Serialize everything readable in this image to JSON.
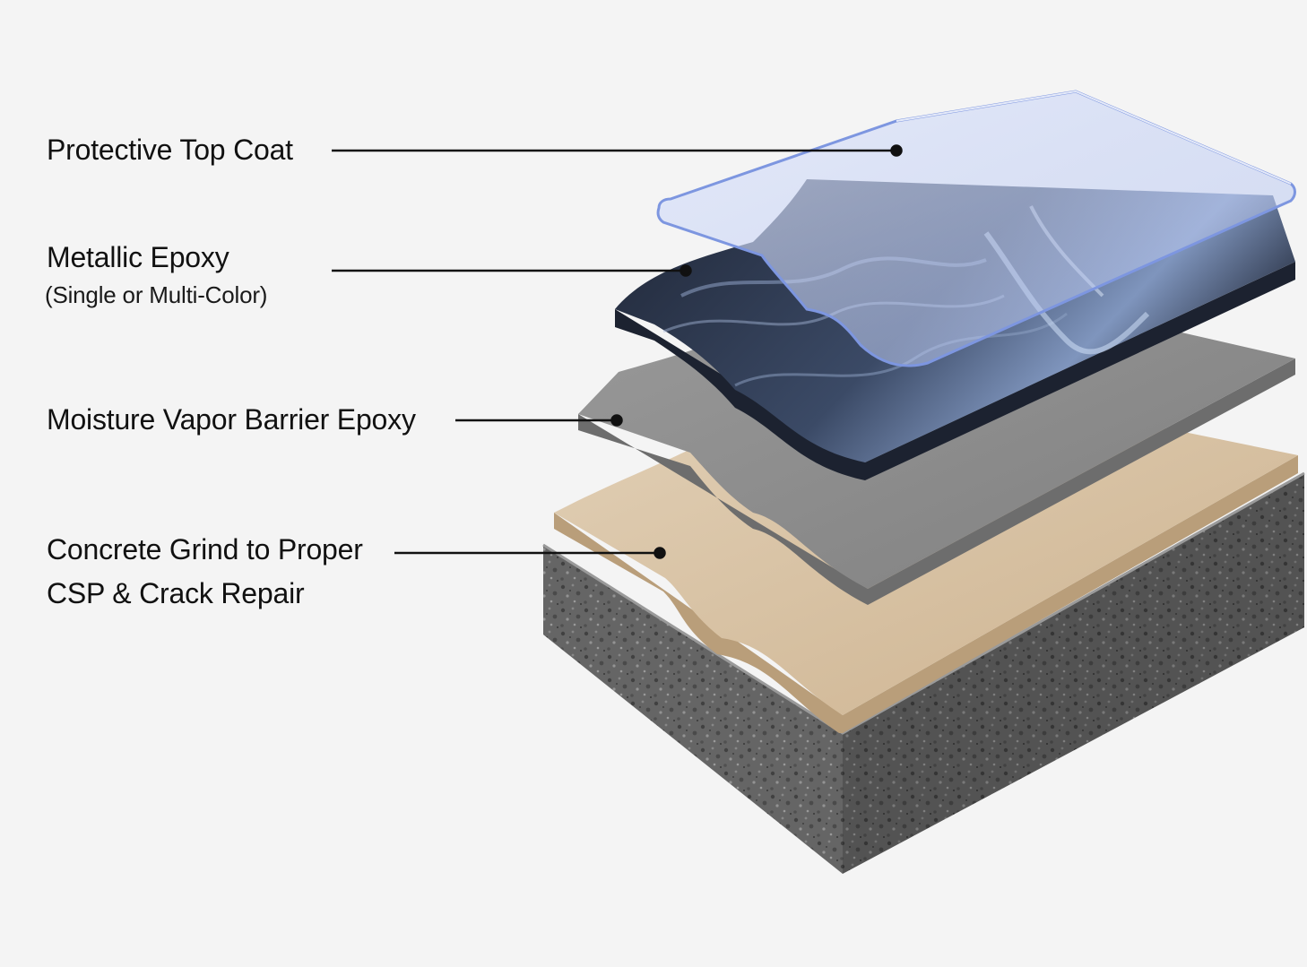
{
  "labels": {
    "top_coat": "Protective Top Coat",
    "metallic": "Metallic Epoxy",
    "metallic_sub": "(Single or Multi-Color)",
    "moisture": "Moisture Vapor Barrier Epoxy",
    "concrete_line1": "Concrete Grind to Proper",
    "concrete_line2": "CSP & Crack Repair"
  },
  "layer_colors": {
    "background": "#f4f4f4",
    "top_coat": "#c9d6f3",
    "top_coat_edge": "#7d96e0",
    "metallic": "#2a3346",
    "metallic_swirl": "#8fa3c6",
    "moisture": "#8d8d8d",
    "primer": "#d7c0a1",
    "concrete": "#6d6d6d",
    "leader_line": "#111111"
  }
}
